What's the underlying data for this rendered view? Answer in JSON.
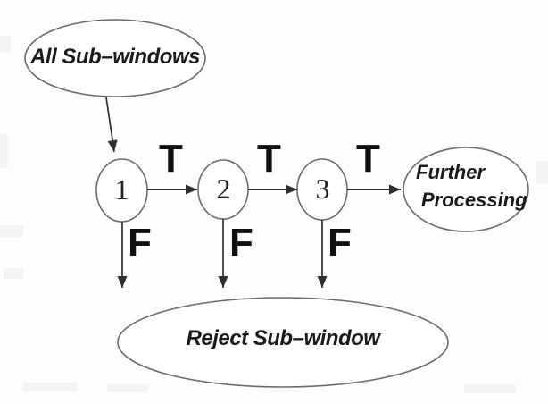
{
  "diagram": {
    "description": "Cascade classifier flow diagram",
    "colors": {
      "background": "#fdfdfd",
      "node_stroke": "#6b6b6b",
      "arrow": "#2e2e2e",
      "text": "#1b1b1b"
    },
    "nodes": {
      "all_subwindows": {
        "label": "All Sub–windows"
      },
      "stage_1": {
        "label": "1"
      },
      "stage_2": {
        "label": "2"
      },
      "stage_3": {
        "label": "3"
      },
      "further_processing": {
        "line1": "Further",
        "line2": "Processing"
      },
      "reject_subwindow": {
        "label": "Reject Sub–window"
      }
    },
    "edge_labels": {
      "t1": "T",
      "t2": "T",
      "t3": "T",
      "f1": "F",
      "f2": "F",
      "f3": "F"
    }
  }
}
